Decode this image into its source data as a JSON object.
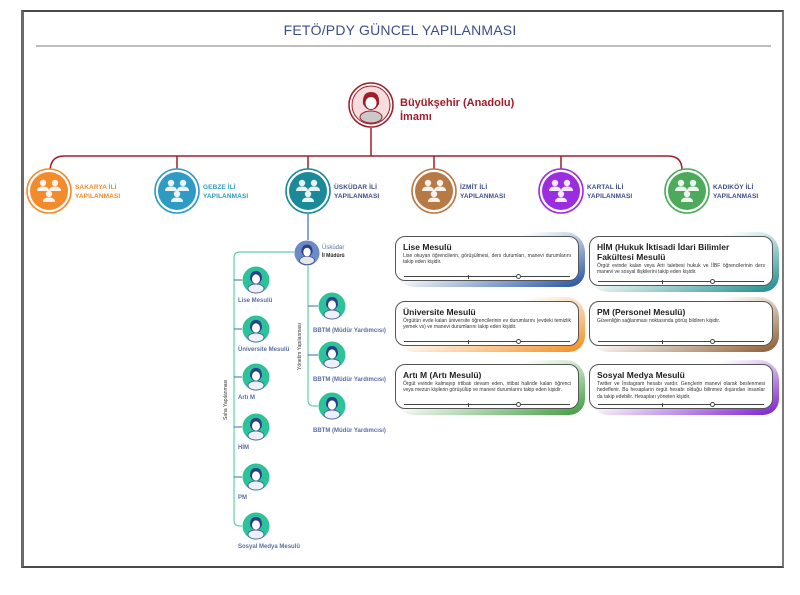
{
  "title": "FETÖ/PDY GÜNCEL YAPILANMASI",
  "top_node": {
    "line1": "Büyükşehir (Anadolu)",
    "line2": "İmamı",
    "color": "#a01d2a"
  },
  "regions": [
    {
      "line1": "SAKARYA İLİ",
      "line2": "YAPILANMASI",
      "color": "#f28b2c",
      "label_color": "#f28b2c",
      "icon": "group-icon"
    },
    {
      "line1": "GEBZE İLİ",
      "line2": "YAPILANMASI",
      "color": "#2f9bc4",
      "label_color": "#2f9bc4",
      "icon": "group-icon"
    },
    {
      "line1": "ÜSKÜDAR İLİ",
      "line2": "YAPILANMASI",
      "color": "#1a8a98",
      "label_color": "#3c4d8c",
      "icon": "group-icon"
    },
    {
      "line1": "İZMİT İLİ",
      "line2": "YAPILANMASI",
      "color": "#b87a45",
      "label_color": "#3c4d8c",
      "icon": "group-icon"
    },
    {
      "line1": "KARTAL İLİ",
      "line2": "YAPILANMASI",
      "color": "#9b2de0",
      "label_color": "#3c4d8c",
      "icon": "group-icon"
    },
    {
      "line1": "KADIKÖY İLİ",
      "line2": "YAPILANMASI",
      "color": "#4caa5a",
      "label_color": "#3c4d8c",
      "icon": "group-icon"
    }
  ],
  "uskudar": {
    "manager_line1": "Üsküdar",
    "manager_line2": "İl Müdürü",
    "field_label": "Saha Yapılanması",
    "mgmt_label": "Yönetim Yapılanması",
    "field_staff": [
      "Lise Mesulü",
      "Üniversite Mesulü",
      "Artı M",
      "HİM",
      "PM",
      "Sosyal Medya Mesulü"
    ],
    "mgmt_staff": [
      "BBTM (Müdür Yardımcısı)",
      "BBTM (Müdür Yardımcısı)",
      "BBTM (Müdür Yardımcısı)"
    ],
    "accent": "#2cc39a",
    "line_color": "#5fcfb0"
  },
  "cards": [
    {
      "title": "Lise Mesulü",
      "desc": "Lise okuyan öğrencilerin, görüşülmesi, ders durumları, manevi durumlarını takip eden kişidir.",
      "color": "#1f4fa0"
    },
    {
      "title": "HİM (Hukuk İktisadi İdari Bilimler Fakültesi Mesulü",
      "desc": "Örgüt evinde kalan veya Artı talebesi hukuk ve İİBF öğrencilerinin ders manevi ve sosyal ilişkilerini takip eden kişidir.",
      "color": "#1a8a8a"
    },
    {
      "title": "Üniversite Mesulü",
      "desc": "Örgütün evde kalan üniversite öğrencilerinin ev durumlarını (evdeki temizlik yemek vs) ve manevi durumlarını takip eden kişidir.",
      "color": "#f28b1c"
    },
    {
      "title": "PM (Personel Mesulü)",
      "desc": "Güvenliğin sağlanması noktasında görüş bildiren kişidir.",
      "color": "#8a5a2e"
    },
    {
      "title": "Artı M (Artı Mesulü)",
      "desc": "Örgüt evinde kalmayıp irtibatı devam eden, irtibat halinde kalan öğrenci veya mezun kişilerin görüşülüp ve manevi durumlarını takip eden kişidir.",
      "color": "#3a9a3a"
    },
    {
      "title": "Sosyal Medya Mesulü",
      "desc": "Twitter ve İnstagram hesabı vardır. Gençlerin manevi olarak beslenmesi hedeflenir. Bu hesapların örgüt hesabı olduğu bilinmez dışarıdan insanlar da takip edebilir. Hesapları yöneten kişidir.",
      "color": "#7a1ad0"
    }
  ],
  "connector_color": "#a01d2a"
}
